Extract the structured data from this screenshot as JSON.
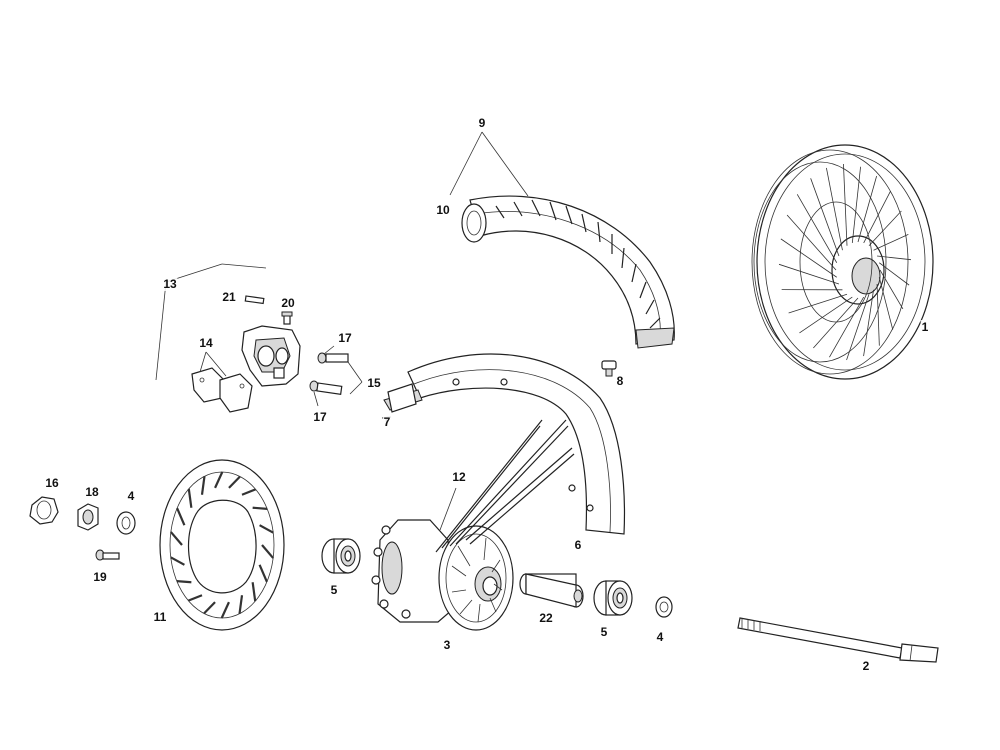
{
  "diagram": {
    "colors": {
      "line": "#222222",
      "shade": "#d9d9d9",
      "dark": "#9a9a9a",
      "background": "#ffffff"
    },
    "callouts": {
      "c1": "1",
      "c2": "2",
      "c3": "3",
      "c4a": "4",
      "c4b": "4",
      "c5a": "5",
      "c5b": "5",
      "c6": "6",
      "c7": "7",
      "c8": "8",
      "c9": "9",
      "c10": "10",
      "c11": "11",
      "c12": "12",
      "c13": "13",
      "c14": "14",
      "c15": "15",
      "c16": "16",
      "c17a": "17",
      "c17b": "17",
      "c18": "18",
      "c19": "19",
      "c20": "20",
      "c21": "21",
      "c22": "22"
    }
  }
}
